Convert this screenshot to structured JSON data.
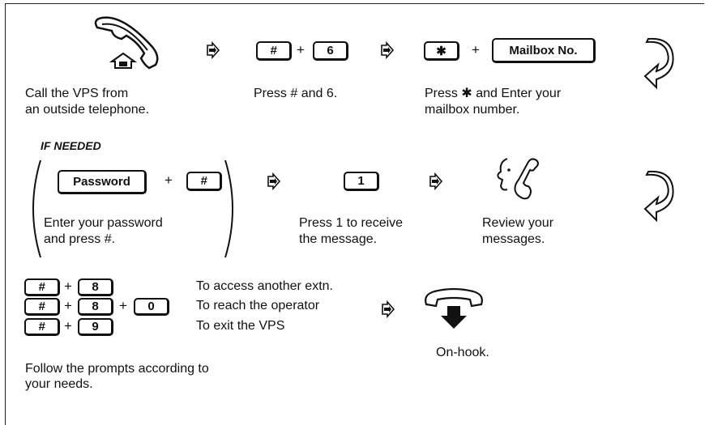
{
  "row1": {
    "step1_caption": "Call the VPS from\nan outside telephone.",
    "step2_caption": "Press # and 6.",
    "step3_caption": "Press ✱ and Enter your\nmailbox number.",
    "key_hash": "#",
    "key_6": "6",
    "key_star": "✱",
    "key_mailbox": "Mailbox No.",
    "plus": "+"
  },
  "if_needed": "IF NEEDED",
  "row2": {
    "key_password": "Password",
    "key_hash": "#",
    "key_1": "1",
    "step1_caption": "Enter your password\nand press #.",
    "step2_caption": "Press 1 to receive\nthe message.",
    "step3_caption": "Review your\nmessages.",
    "plus": "+"
  },
  "row3": {
    "options": [
      {
        "keys": [
          "#",
          "8"
        ],
        "label": "To access another extn."
      },
      {
        "keys": [
          "#",
          "8",
          "0"
        ],
        "label": "To reach the operator"
      },
      {
        "keys": [
          "#",
          "9"
        ],
        "label": "To exit the VPS"
      }
    ],
    "plus": "+",
    "onhook_caption": "On-hook.",
    "follow_caption": "Follow the prompts according to\nyour needs."
  },
  "icons": [
    "telephone-handset-icon",
    "arrow-right-icon",
    "curved-return-arrow-icon",
    "listening-head-icon",
    "on-hook-handset-icon"
  ]
}
